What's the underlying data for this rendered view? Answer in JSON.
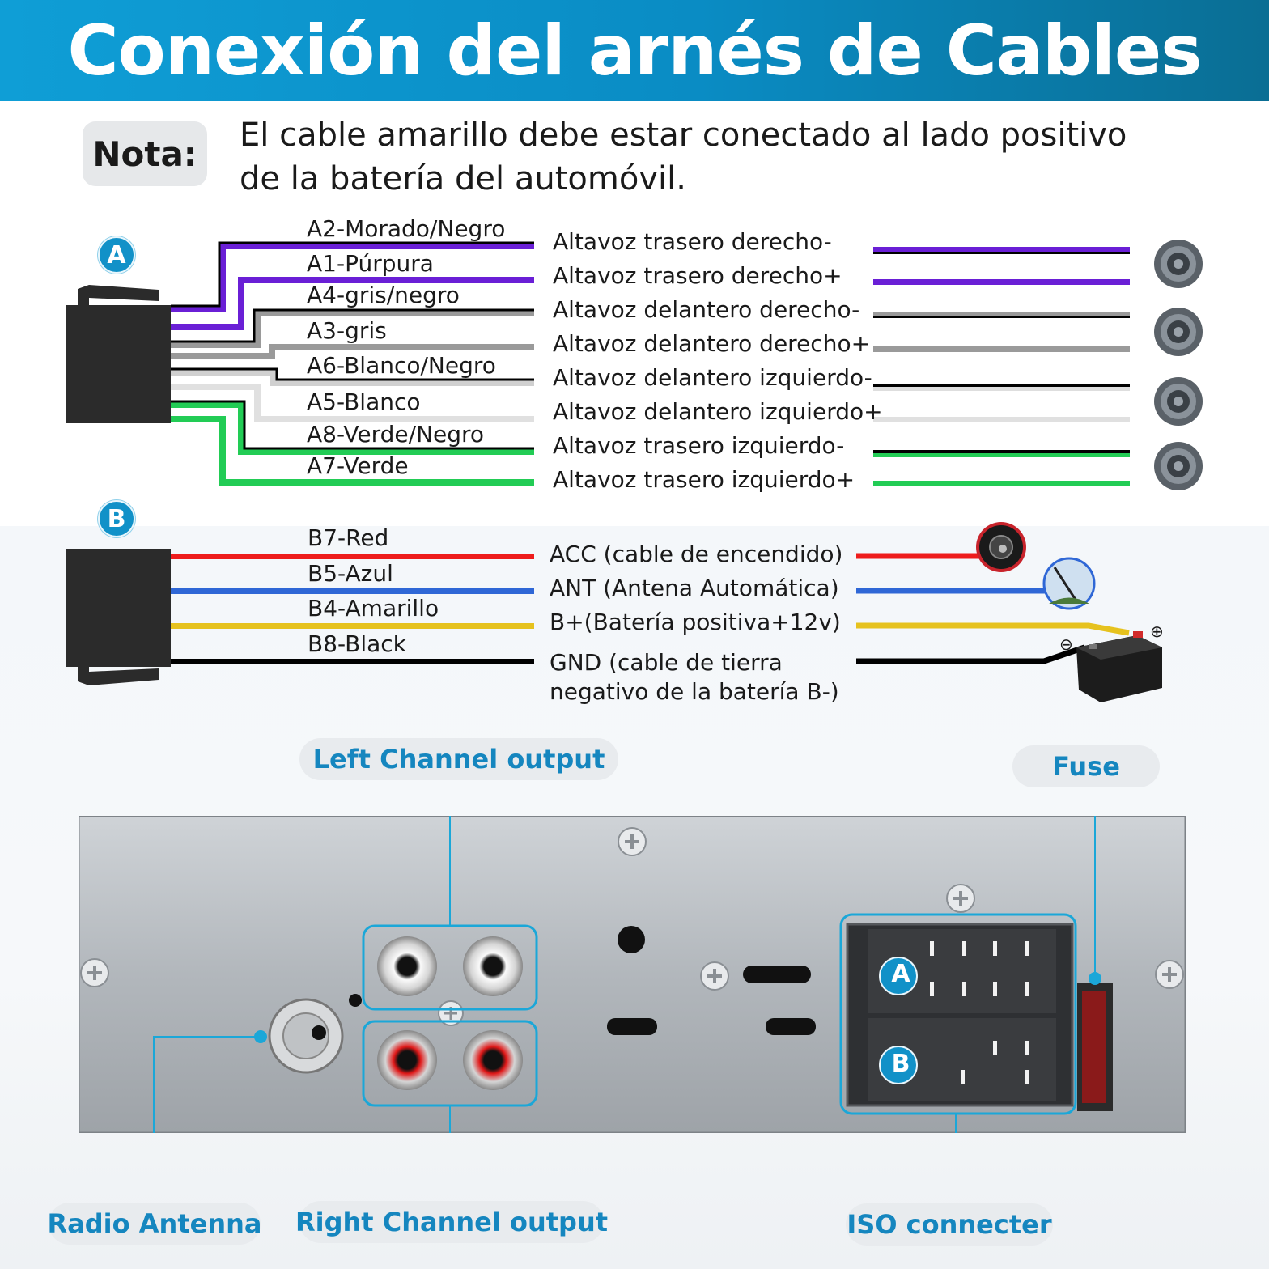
{
  "title": "Conexión del arnés de Cables",
  "note": {
    "label": "Nota:",
    "line1": "El cable amarillo debe estar conectado al lado positivo",
    "line2": "de la batería del automóvil."
  },
  "connector_a": {
    "tag": "A",
    "wires": [
      {
        "code": "A2-Morado/Negro",
        "function": "Altavoz trasero derecho-",
        "color": "#6a1fd6",
        "stripe": "#000000"
      },
      {
        "code": "A1-Púrpura",
        "function": "Altavoz trasero derecho+",
        "color": "#6a1fd6",
        "stripe": ""
      },
      {
        "code": "A4-gris/negro",
        "function": "Altavoz delantero derecho-",
        "color": "#9a9a9a",
        "stripe": "#000000"
      },
      {
        "code": "A3-gris",
        "function": "Altavoz delantero derecho+",
        "color": "#9a9a9a",
        "stripe": ""
      },
      {
        "code": "A6-Blanco/Negro",
        "function": "Altavoz delantero izquierdo-",
        "color": "#e3e3e3",
        "stripe": "#000000"
      },
      {
        "code": "A5-Blanco",
        "function": "Altavoz delantero izquierdo+",
        "color": "#e3e3e3",
        "stripe": ""
      },
      {
        "code": "A8-Verde/Negro",
        "function": "Altavoz trasero izquierdo-",
        "color": "#22cc55",
        "stripe": "#000000"
      },
      {
        "code": "A7-Verde",
        "function": "Altavoz trasero izquierdo+",
        "color": "#22cc55",
        "stripe": ""
      }
    ]
  },
  "connector_b": {
    "tag": "B",
    "wires": [
      {
        "code": "B7-Red",
        "function": "ACC (cable de encendido)",
        "color": "#ee1c1c",
        "device": "ignition-button"
      },
      {
        "code": "B5-Azul",
        "function": "ANT (Antena Automática)",
        "color": "#2f67d6",
        "device": "antenna"
      },
      {
        "code": "B4-Amarillo",
        "function": "B+(Batería positiva+12v)",
        "color": "#e6c21e",
        "device": "battery-positive"
      },
      {
        "code": "B8-Black",
        "function_line1": "GND (cable de tierra",
        "function_line2": "negativo de la batería B-)",
        "color": "#000000",
        "device": "battery-negative"
      }
    ]
  },
  "battery": {
    "plus": "⊕",
    "minus": "⊖"
  },
  "rear_panel": {
    "left_channel": "Left Channel output",
    "right_channel": "Right Channel output",
    "fuse": "Fuse",
    "radio_antenna": "Radio Antenna",
    "iso_connecter": "ISO connecter",
    "iso_a": "A",
    "iso_b": "B"
  },
  "colors": {
    "accent": "#1191c8",
    "header_start": "#0f9ed6",
    "header_end": "#0a6e94",
    "pill_text": "#1586bf"
  }
}
